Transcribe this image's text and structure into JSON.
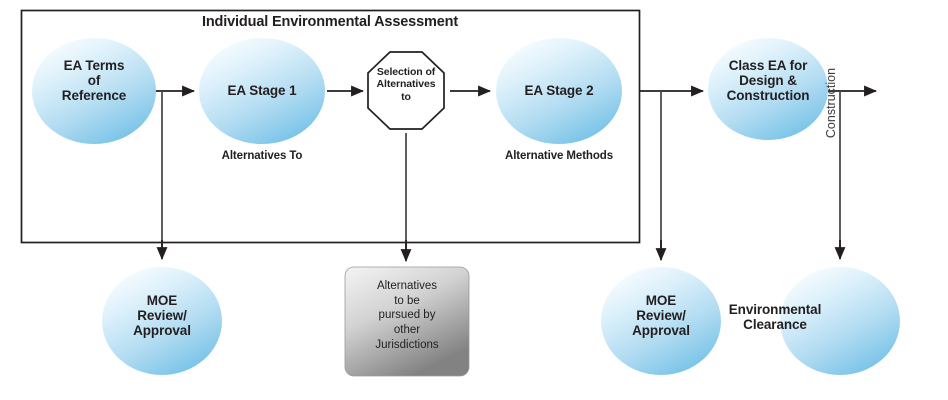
{
  "diagram": {
    "type": "flowchart",
    "title": "Individual Environmental Assessment",
    "container": {
      "label": "Individual Environmental Assessment",
      "border_color": "#231f20"
    },
    "palette": {
      "circle_fill_light": "#f2fafd",
      "circle_fill_mid": "#bfe4f6",
      "circle_fill_dark": "#79c3e8",
      "gray_box_light": "#f0f0f0",
      "gray_box_dark": "#8f8f8f",
      "line_color": "#4d4d4d",
      "arrow_color": "#231f20",
      "text_color": "#231f20"
    },
    "nodes": [
      {
        "id": "ea-terms-of-reference",
        "shape": "ellipse",
        "label": "EA Terms\nof\nReference",
        "sub_label": "",
        "row": "top"
      },
      {
        "id": "ea-stage-1",
        "shape": "ellipse",
        "label": "EA Stage 1",
        "sub_label": "Alternatives To",
        "row": "top"
      },
      {
        "id": "selection-of-alternatives-to",
        "shape": "octagon",
        "label": "Selection of\nAlternatives\nto",
        "sub_label": "",
        "row": "top"
      },
      {
        "id": "ea-stage-2",
        "shape": "ellipse",
        "label": "EA Stage 2",
        "sub_label": "Alternative Methods",
        "row": "top"
      },
      {
        "id": "class-ea-for-design-and-construction",
        "shape": "ellipse",
        "label": "Class EA for\nDesign &\nConstruction",
        "sub_label": "",
        "row": "top"
      },
      {
        "id": "moe-review-approval-1",
        "shape": "ellipse",
        "label": "MOE\nReview/\nApproval",
        "sub_label": "",
        "row": "bottom"
      },
      {
        "id": "alternatives-other-jurisdictions",
        "shape": "rounded-rect",
        "label": "Alternatives\nto be\npursued by\nother\nJurisdictions",
        "sub_label": "",
        "row": "bottom"
      },
      {
        "id": "moe-review-approval-2",
        "shape": "ellipse",
        "label": "MOE\nReview/\nApproval",
        "sub_label": "",
        "row": "bottom"
      },
      {
        "id": "environmental-clearance",
        "shape": "ellipse",
        "label": "Environmental\nClearance",
        "sub_label": "",
        "row": "bottom"
      }
    ],
    "labels": {
      "container_title": "Individual Environmental Assessment",
      "ea_terms_of_reference": "EA Terms\nof\nReference",
      "ea_stage_1": "EA Stage 1",
      "ea_stage_1_sub": "Alternatives To",
      "selection_octagon": "Selection of\nAlternatives\nto",
      "ea_stage_2": "EA Stage 2",
      "ea_stage_2_sub": "Alternative Methods",
      "class_ea": "Class EA for\nDesign &\nConstruction",
      "construction": "Construction",
      "moe_review_1": "MOE\nReview/\nApproval",
      "alternatives_other": "Alternatives\nto be\npursued by\nother\nJurisdictions",
      "moe_review_2": "MOE\nReview/\nApproval",
      "environmental_clearance": "Environmental\nClearance"
    },
    "edges": [
      {
        "from": "ea-terms-of-reference",
        "to": "ea-stage-1",
        "style": "arrow-right"
      },
      {
        "from": "ea-terms-of-reference",
        "to": "moe-review-approval-1",
        "style": "arrow-down"
      },
      {
        "from": "ea-stage-1",
        "to": "selection-of-alternatives-to",
        "style": "arrow-right"
      },
      {
        "from": "selection-of-alternatives-to",
        "to": "ea-stage-2",
        "style": "arrow-right"
      },
      {
        "from": "selection-of-alternatives-to",
        "to": "alternatives-other-jurisdictions",
        "style": "arrow-down"
      },
      {
        "from": "ea-stage-2",
        "to": "class-ea-for-design-and-construction",
        "style": "arrow-right"
      },
      {
        "from": "ea-stage-2",
        "to": "moe-review-approval-2",
        "style": "arrow-down"
      },
      {
        "from": "class-ea-for-design-and-construction",
        "to": "construction",
        "style": "arrow-right"
      },
      {
        "from": "class-ea-for-design-and-construction",
        "to": "environmental-clearance",
        "style": "arrow-down"
      }
    ]
  }
}
